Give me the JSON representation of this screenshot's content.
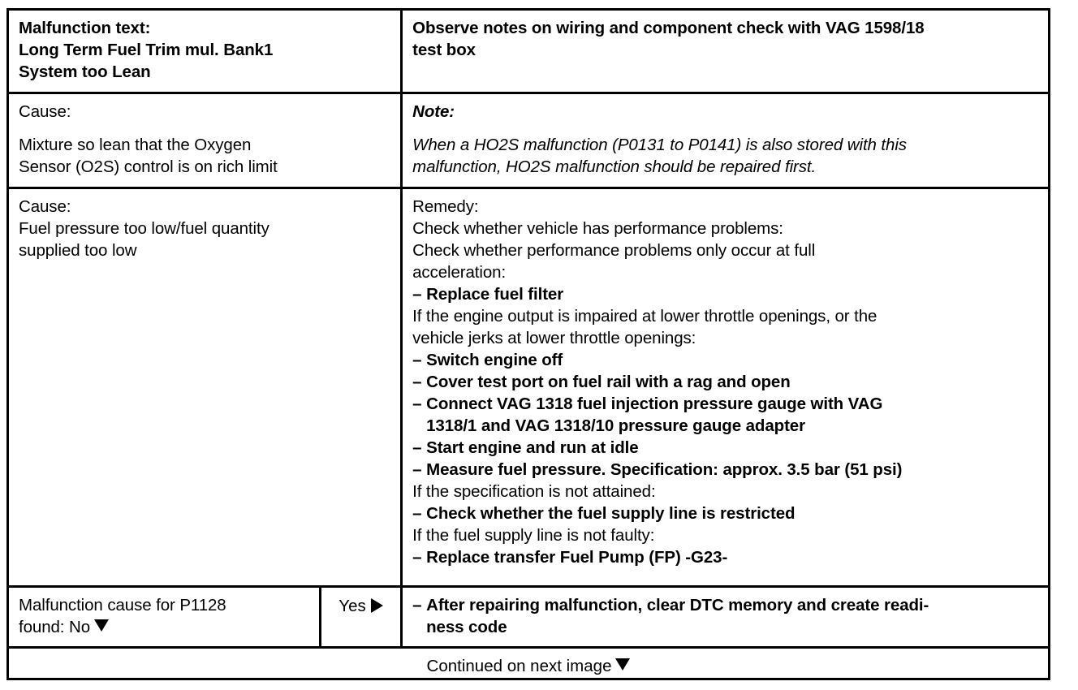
{
  "document": {
    "type": "diagnostic-trouble-code-table",
    "dtc_code": "P1128"
  },
  "rows": {
    "header": {
      "left": {
        "label": "Malfunction text:",
        "line2": "Long Term Fuel Trim mul. Bank1",
        "line3": "System too Lean"
      },
      "right": {
        "line1": "Observe notes on wiring and component check with VAG 1598/18",
        "line2": "test box"
      }
    },
    "cause1": {
      "left": {
        "label": "Cause:",
        "line1": "Mixture so lean that the Oxygen",
        "line2": "Sensor (O2S) control is on rich limit"
      },
      "right": {
        "label": "Note:",
        "line1": "When a HO2S malfunction (P0131 to P0141) is also stored with this",
        "line2": "malfunction, HO2S malfunction should be repaired first."
      }
    },
    "cause2": {
      "left": {
        "label": "Cause:",
        "line1": "Fuel pressure too low/fuel quantity",
        "line2": "supplied too low"
      },
      "right": {
        "label": "Remedy:",
        "lines": [
          {
            "kind": "plain",
            "text": "Check whether vehicle has performance problems:"
          },
          {
            "kind": "plain",
            "text": "Check whether performance problems only occur at full"
          },
          {
            "kind": "plain",
            "text": "acceleration:"
          },
          {
            "kind": "bullet",
            "dash": "–",
            "text": "Replace fuel filter"
          },
          {
            "kind": "plain",
            "text": "If the engine output is impaired at lower throttle openings, or the"
          },
          {
            "kind": "plain",
            "text": "vehicle jerks at lower throttle openings:"
          },
          {
            "kind": "bullet",
            "dash": "–",
            "text": "Switch engine off"
          },
          {
            "kind": "bullet",
            "dash": "–",
            "text": "Cover test port on fuel rail with a rag and open"
          },
          {
            "kind": "bullet",
            "dash": "–",
            "text": "Connect VAG 1318 fuel injection pressure gauge with VAG"
          },
          {
            "kind": "cont",
            "text": "1318/1 and VAG 1318/10 pressure gauge adapter"
          },
          {
            "kind": "bullet",
            "dash": "–",
            "text": "Start engine and run at idle"
          },
          {
            "kind": "bullet",
            "dash": "–",
            "text": "Measure fuel pressure. Specification: approx. 3.5 bar (51 psi)"
          },
          {
            "kind": "plain",
            "text": "If the specification is not attained:"
          },
          {
            "kind": "bullet",
            "dash": "–",
            "text": "Check whether the fuel supply line is restricted"
          },
          {
            "kind": "plain",
            "text": "If the fuel supply line is not faulty:"
          },
          {
            "kind": "bullet",
            "dash": "–",
            "text": "Replace transfer Fuel Pump (FP) -G23-"
          }
        ]
      }
    },
    "decision": {
      "question_line1": "Malfunction cause for P1128",
      "question_line2_prefix": "found: No",
      "no_marker": "down-triangle",
      "yes_label": "Yes",
      "yes_marker": "right-triangle",
      "action": {
        "dash": "–",
        "line1": "After repairing malfunction, clear DTC memory and create readi-",
        "line2": "ness code"
      }
    },
    "footer": {
      "text": "Continued on next image",
      "marker": "down-triangle"
    }
  },
  "colors": {
    "ink": "#000000",
    "paper": "#ffffff"
  }
}
